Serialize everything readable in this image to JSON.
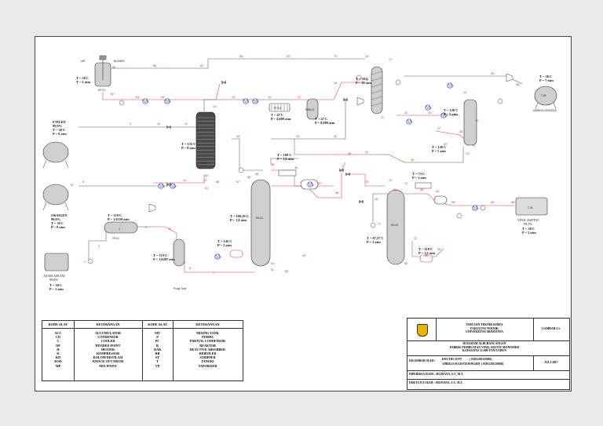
{
  "streams": [
    "1",
    "2",
    "3",
    "4",
    "5",
    "6",
    "7",
    "8",
    "9",
    "10",
    "11",
    "12",
    "13",
    "14",
    "15",
    "16",
    "17",
    "18",
    "19",
    "20",
    "21",
    "22",
    "23",
    "24",
    "25",
    "26",
    "27",
    "28",
    "29",
    "30",
    "31",
    "32",
    "33",
    "34",
    "35",
    "36",
    "37",
    "38",
    "39",
    "40",
    "41",
    "42",
    "43",
    "44",
    "45",
    "46",
    "47",
    "48",
    "49",
    "50",
    "51",
    "52",
    "53",
    "54",
    "55",
    "56",
    "57",
    "58",
    "59",
    "60",
    "61",
    "62",
    "63",
    "64",
    "65",
    "66",
    "67",
    "68",
    "69",
    "70",
    "71",
    "72",
    "73",
    "74",
    "75",
    "76",
    "77",
    "78"
  ],
  "equipment": {
    "air": "AIR",
    "blower": "BLOWER",
    "mixing_tank_tag": "MT-01",
    "mixing_tank_cond": [
      "T = 30 C",
      "T = 1 atm"
    ],
    "ethylene": [
      "ETILEN",
      "99,9%",
      "T = 30 C",
      "P = 8 atm"
    ],
    "oxygen": [
      "OKSIGEN",
      "99,6%",
      "T = 30 C",
      "P = 8 atm"
    ],
    "acetic_acid": [
      "ASAM ASETAT",
      "99,8%"
    ],
    "acetic_acid_cond": [
      "T = 30 C",
      "P = 1 atm"
    ],
    "vaporizer": "VP-01",
    "vaporizer_cond": [
      "T = 119 C",
      "P = 1,0359 atm"
    ],
    "kod_cond": [
      "T = 119 C",
      "P = 1,0287 atm"
    ],
    "purge_label": "Purge Tank",
    "reactor": "R-01",
    "reactor_cond": [
      "T = 155 C",
      "P = 8 atm"
    ],
    "condenser": "PC-01",
    "condenser_cond": [
      "T = 47 C",
      "P = 4,009 atm"
    ],
    "absorber": "RAB-01",
    "absorber_cond": [
      "T = 47 C",
      "P = 8,009 atm"
    ],
    "stripper_cond": [
      "T = 30 C",
      "P = 10 atm"
    ],
    "separator_cond": [
      "T = 128 C",
      "P = 5 atm"
    ],
    "separator_bottom_cond": [
      "T = 128 C",
      "P = 5 atm"
    ],
    "co2_tank": "T-05",
    "co2_label": "KARBON DIOKSIDA",
    "co2_cond": [
      "T = 30 C",
      "P = 7 atm"
    ],
    "column1": "KD-01",
    "column1_top_cond": [
      "T = 108 C",
      "P = 1,6 atm"
    ],
    "column1_cond": [
      "T = 109,29 C",
      "P = 1,8 atm"
    ],
    "column1_bottom_cond": [
      "T = 145 C",
      "P = 2 atm"
    ],
    "column2": "KD-02",
    "column2_top_cond": [
      "T = 73 C",
      "P = 1 atm"
    ],
    "column2_cond": [
      "T = 87,27 C",
      "P = 1 atm"
    ],
    "column2_bottom_cond": [
      "T = 118 C",
      "P = 1,6 atm"
    ],
    "vam_tank": "T-04",
    "vam_label": [
      "VINIL ASETAT",
      "99,5%"
    ],
    "vam_cond": [
      "T = 30 C",
      "P = 1 atm"
    ]
  },
  "legend": {
    "col1_header": "KODE ALAT",
    "col2_header": "KETERANGAN",
    "col3_header": "KODE ALAT",
    "col4_header": "KETERANGAN",
    "rows_left": [
      {
        "code": "ACC",
        "desc": "ACCUMULATOR"
      },
      {
        "code": "CD",
        "desc": "CONDENSOR"
      },
      {
        "code": "C",
        "desc": "COOLER"
      },
      {
        "code": "DP",
        "desc": "DIVIDED POINT"
      },
      {
        "code": "H",
        "desc": "HEATER"
      },
      {
        "code": "K",
        "desc": "KOMPRESSOR"
      },
      {
        "code": "KD",
        "desc": "KOLOM DISTILASI"
      },
      {
        "code": "KOD",
        "desc": "KNOCK OUT DRUM"
      },
      {
        "code": "MP",
        "desc": "MIX POINT"
      }
    ],
    "rows_right": [
      {
        "code": "MT",
        "desc": "MIXING TANK"
      },
      {
        "code": "P",
        "desc": "POMPA"
      },
      {
        "code": "PC",
        "desc": "PARTIAL CONDENSOR"
      },
      {
        "code": "R",
        "desc": "REAKTOR"
      },
      {
        "code": "RAB",
        "desc": "REACTIVE ABSORBER"
      },
      {
        "code": "RB",
        "desc": "REBOILER"
      },
      {
        "code": "ST",
        "desc": "STRIPPER"
      },
      {
        "code": "T",
        "desc": "TANGKI"
      },
      {
        "code": "VP",
        "desc": "VAPORIZER"
      }
    ]
  },
  "title_block": {
    "institution": [
      "JURUSAN TEKNIK KIMIA",
      "FAKULTAS TEKNIK",
      "UNIVERSITAS SRIWIJAYA"
    ],
    "drawing_no": "GAMBAR 2.1.",
    "title": [
      "DIAGRAM ALIR RANCANGAN",
      "PABRIK PEMBUATAN VINIL ASETAT MONOMER",
      "KAPASITAS 51.000 TON/TAHUN"
    ],
    "drawn_by_label": "DIGAMBAR OLEH :",
    "drawn_by": [
      "DWI TRI JUNY           ( 03031281320002)",
      "APRILIA SULISTIANINGSIH  ( 03031281320028)"
    ],
    "date": "JULI 2017",
    "checked_by": "DIPERIKSA OLEH :  SELPIANA, S.T., M.T.",
    "approved_by": "DISETUJUI OLEH :  SELPIANA, S.T., M.T."
  }
}
